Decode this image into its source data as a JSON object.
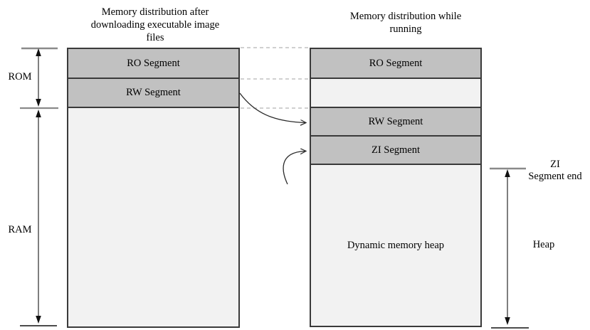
{
  "diagram": {
    "left_column": {
      "title": "Memory distribution after downloading executable image files",
      "segments": {
        "ro": "RO Segment",
        "rw": "RW Segment"
      },
      "brackets": {
        "rom": "ROM",
        "ram": "RAM"
      }
    },
    "right_column": {
      "title": "Memory distribution while running",
      "segments": {
        "ro": "RO Segment",
        "rw": "RW Segment",
        "zi": "ZI Segment",
        "heap": "Dynamic memory heap"
      },
      "annotations": {
        "zi_segment_end": "ZI\nSegment end",
        "heap": "Heap"
      }
    },
    "colors": {
      "segment_fill": "#c1c1c1",
      "empty_fill": "#f2f2f2",
      "border": "#3a3a3a",
      "tick_gray": "#8a8a8a",
      "arrow": "#2a2a2a",
      "dashed_line": "#b5b5b5"
    }
  }
}
